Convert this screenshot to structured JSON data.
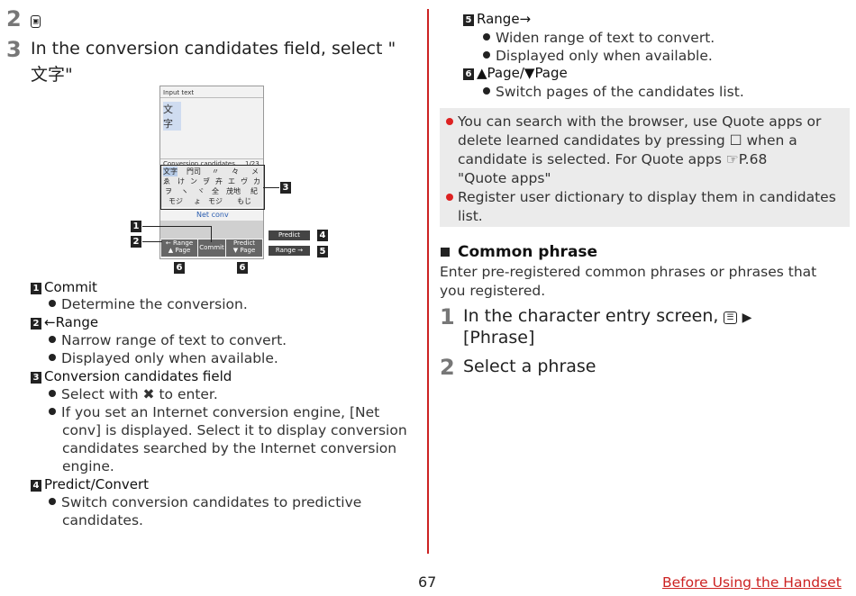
{
  "left": {
    "step2": {
      "num": "2",
      "icon": "▣"
    },
    "step3": {
      "num": "3",
      "line1": "In the conversion candidates field, select \"",
      "line2": "文字\""
    },
    "phone": {
      "input_label": "Input text",
      "input_value": "文字",
      "cand_label": "Conversion candidates",
      "cand_count": "1/23",
      "grid": [
        "文字",
        "門司",
        "〃",
        "々",
        "メ",
        "ゑ",
        "け",
        "ン",
        "ヺ",
        "卉",
        "エ",
        "ヴ",
        "カ",
        "ヲ",
        "ヽ",
        "ヾ",
        "全",
        "茂地",
        "紀",
        "モジ",
        "ょ",
        "モジ",
        "もじ"
      ],
      "net_conv": "Net conv",
      "btn_range": "← Range",
      "btn_page_up": "▲ Page",
      "btn_commit": "Commit",
      "btn_predict": "Predict",
      "btn_page_down": "▼ Page",
      "callout_predict": "Predict",
      "callout_range": "Range →"
    },
    "callouts": [
      "1",
      "2",
      "3",
      "4",
      "5",
      "6",
      "6"
    ],
    "items": [
      {
        "n": "1",
        "title": "Commit",
        "bullets": [
          "Determine the conversion."
        ]
      },
      {
        "n": "2",
        "title": "←Range",
        "bullets": [
          "Narrow range of text to convert.",
          "Displayed only when available."
        ]
      },
      {
        "n": "3",
        "title": "Conversion candidates field",
        "bullets": [
          "Select with ✖ to enter.",
          "If you set an Internet conversion engine, [Net",
          "conv] is displayed. Select it to display conversion",
          "candidates searched by the Internet conversion",
          "engine."
        ]
      },
      {
        "n": "4",
        "title": "Predict/Convert",
        "bullets": [
          "Switch conversion candidates to predictive",
          "candidates."
        ]
      }
    ]
  },
  "right": {
    "items": [
      {
        "n": "5",
        "title": "Range→",
        "bullets": [
          "Widen range of text to convert.",
          "Displayed only when available."
        ]
      },
      {
        "n": "6",
        "title": "▲Page/▼Page",
        "bullets": [
          "Switch pages of the candidates list."
        ]
      }
    ],
    "note": [
      [
        "You can search with the browser, use Quote apps or",
        "delete learned candidates by pressing ☐ when a",
        "candidate is selected. For Quote apps ☞P.68",
        "\"Quote apps\""
      ],
      [
        "Register user dictionary to display them in candidates",
        "list."
      ]
    ],
    "section_title": "Common phrase",
    "section_desc1": "Enter pre-registered common phrases or phrases that",
    "section_desc2": "you registered.",
    "step1": {
      "num": "1",
      "line1": "In the character entry screen,",
      "key": "☰",
      "arrow": "▶",
      "line2": "[Phrase]"
    },
    "step2": {
      "num": "2",
      "text": "Select a phrase"
    }
  },
  "page_number": "67",
  "footer_link": "Before Using the Handset"
}
